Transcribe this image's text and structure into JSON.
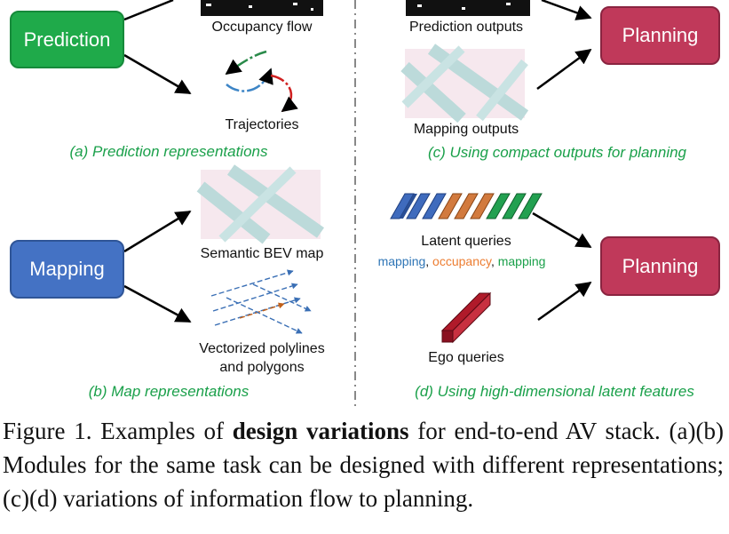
{
  "modules": {
    "prediction": "Prediction",
    "mapping": "Mapping",
    "planning_top": "Planning",
    "planning_bottom": "Planning"
  },
  "labels": {
    "occupancy_flow": "Occupancy flow",
    "trajectories": "Trajectories",
    "semantic_bev": "Semantic BEV map",
    "vectorized_1": "Vectorized polylines",
    "vectorized_2": "and polygons",
    "prediction_outputs": "Prediction outputs",
    "mapping_outputs": "Mapping outputs",
    "latent_queries": "Latent queries",
    "ego_queries": "Ego queries"
  },
  "query_types": {
    "mapping_a": "mapping",
    "sep1": ", ",
    "occupancy": "occupancy",
    "sep2": ", ",
    "mapping_b": "mapping"
  },
  "subcaptions": {
    "a": "(a) Prediction representations",
    "b": "(b) Map representations",
    "c": "(c) Using compact outputs for planning",
    "d": "(d) Using high-dimensional latent features"
  },
  "figure_caption": {
    "prefix": "Figure 1. Examples of ",
    "bold": "design variations",
    "rest": " for end-to-end AV stack. (a)(b) Modules for the same task can be designed with different representations; (c)(d) variations of information flow to planning."
  },
  "colors": {
    "prediction": "#1faa4a",
    "mapping": "#4472c4",
    "planning": "#c0395a",
    "subcaption": "#1aa04a",
    "mapping_text": "#2e75b6",
    "occupancy_text": "#ed7d31",
    "mapping_text_2": "#1aa04a"
  }
}
